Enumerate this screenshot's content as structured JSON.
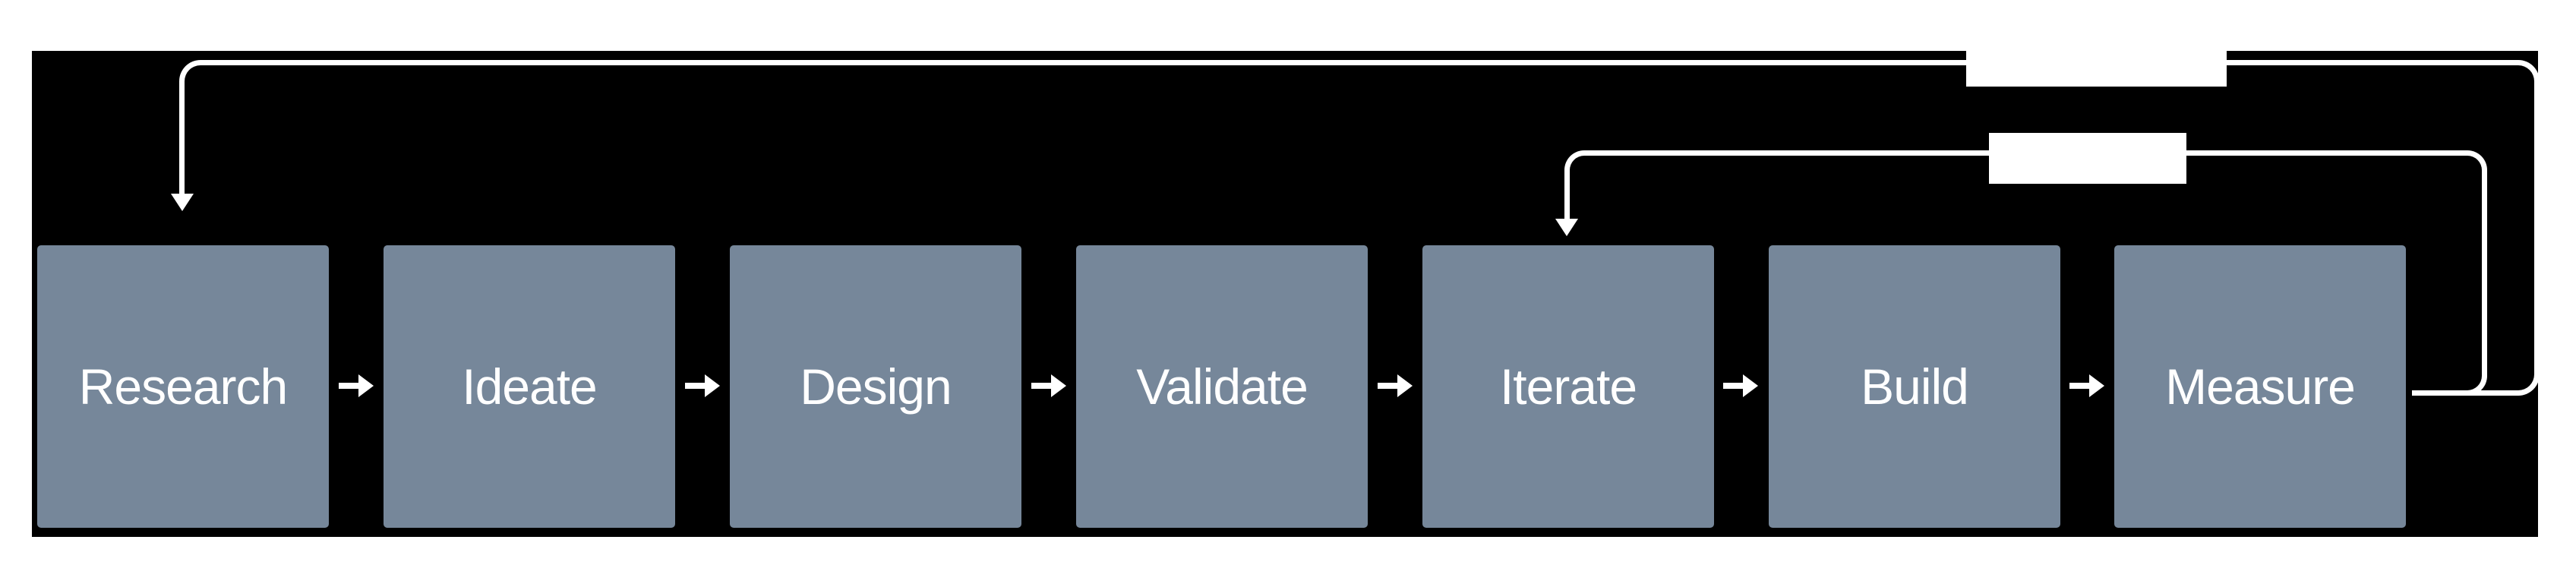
{
  "diagram": {
    "type": "process-flow",
    "steps": [
      "Research",
      "Ideate",
      "Design",
      "Validate",
      "Iterate",
      "Build",
      "Measure"
    ],
    "forward_arrows": 6,
    "feedback_loops": [
      {
        "from": "Measure",
        "to": "Research",
        "label": ""
      },
      {
        "from": "Measure",
        "to": "Iterate",
        "label": ""
      }
    ],
    "colors": {
      "page_background": "#ffffff",
      "canvas_background": "#000000",
      "step_box": "#76879a",
      "step_text": "#ffffff",
      "connector_line": "#ffffff",
      "loop_label_background": "#ffffff"
    }
  }
}
